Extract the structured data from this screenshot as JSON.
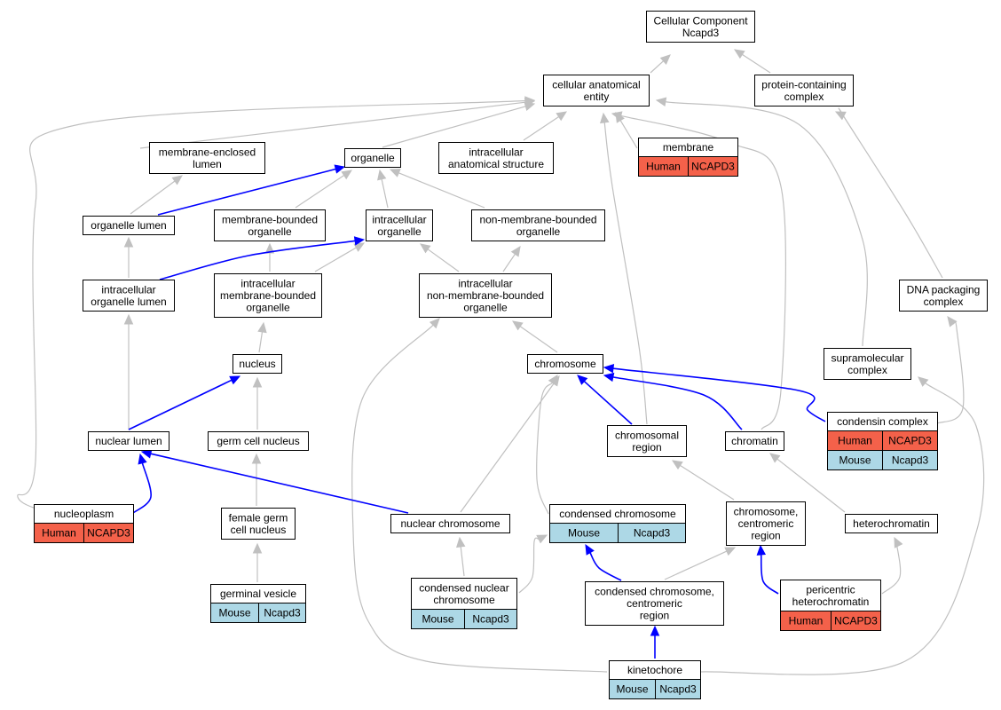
{
  "colors": {
    "human": "#f4614a",
    "mouse": "#add8e6",
    "is_a_edge": "#c0c0c0",
    "part_of_edge": "#0000ff"
  },
  "nodes": {
    "cc": [
      "Cellular Component",
      "Ncapd3"
    ],
    "cae": [
      "cellular anatomical",
      "entity"
    ],
    "pcc": [
      "protein-containing",
      "complex"
    ],
    "mel": [
      "membrane-enclosed",
      "lumen"
    ],
    "org": [
      "organelle"
    ],
    "ias": [
      "intracellular",
      "anatomical structure"
    ],
    "mem": [
      "membrane"
    ],
    "orgl": [
      "organelle lumen"
    ],
    "mbo": [
      "membrane-bounded",
      "organelle"
    ],
    "io": [
      "intracellular",
      "organelle"
    ],
    "nmbo": [
      "non-membrane-bounded",
      "organelle"
    ],
    "iol": [
      "intracellular",
      "organelle lumen"
    ],
    "imbo": [
      "intracellular",
      "membrane-bounded",
      "organelle"
    ],
    "inmbo": [
      "intracellular",
      "non-membrane-bounded",
      "organelle"
    ],
    "dpc": [
      "DNA packaging",
      "complex"
    ],
    "nuc": [
      "nucleus"
    ],
    "chr": [
      "chromosome"
    ],
    "smc": [
      "supramolecular",
      "complex"
    ],
    "cdc": [
      "condensin complex"
    ],
    "nl": [
      "nuclear lumen"
    ],
    "gcn": [
      "germ cell nucleus"
    ],
    "chrr": [
      "chromosomal",
      "region"
    ],
    "chrt": [
      "chromatin"
    ],
    "np": [
      "nucleoplasm"
    ],
    "fgcn": [
      "female germ",
      "cell nucleus"
    ],
    "nchr": [
      "nuclear chromosome"
    ],
    "cchr": [
      "condensed chromosome"
    ],
    "ccr": [
      "chromosome,",
      "centromeric",
      "region"
    ],
    "hch": [
      "heterochromatin"
    ],
    "gv": [
      "germinal vesicle"
    ],
    "cnchr": [
      "condensed nuclear",
      "chromosome"
    ],
    "cccr": [
      "condensed chromosome,",
      "centromeric",
      "region"
    ],
    "phch": [
      "pericentric",
      "heterochromatin"
    ],
    "kin": [
      "kinetochore"
    ]
  },
  "annotations": {
    "mem": [
      [
        "Human",
        "NCAPD3"
      ]
    ],
    "cdc": [
      [
        "Human",
        "NCAPD3"
      ],
      [
        "Mouse",
        "Ncapd3"
      ]
    ],
    "np": [
      [
        "Human",
        "NCAPD3"
      ]
    ],
    "cchr": [
      [
        "Mouse",
        "Ncapd3"
      ]
    ],
    "gv": [
      [
        "Mouse",
        "Ncapd3"
      ]
    ],
    "cnchr": [
      [
        "Mouse",
        "Ncapd3"
      ]
    ],
    "phch": [
      [
        "Human",
        "NCAPD3"
      ]
    ],
    "kin": [
      [
        "Mouse",
        "Ncapd3"
      ]
    ]
  }
}
